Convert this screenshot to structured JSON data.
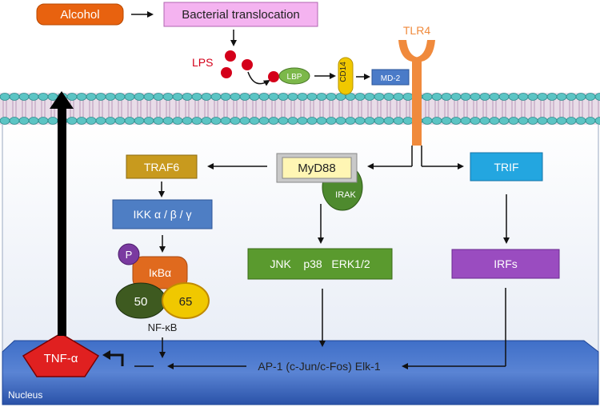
{
  "labels": {
    "alcohol": "Alcohol",
    "bacterial_translocation": "Bacterial translocation",
    "lps": "LPS",
    "lbp": "LBP",
    "cd14": "CD14",
    "md2": "MD-2",
    "tlr4": "TLR4",
    "myd88": "MyD88",
    "irak": "IRAK",
    "trif": "TRIF",
    "traf6": "TRAF6",
    "ikk": "IKK α / β / γ",
    "p": "P",
    "ikba": "IκBα",
    "p50": "50",
    "p65": "65",
    "nfkb": "NF-κB",
    "mapk": "JNK    p38   ERK1/2",
    "irfs": "IRFs",
    "ap1": "AP-1 (c-Jun/c-Fos) Elk-1",
    "tnfa": "TNF-α",
    "nucleus": "Nucleus"
  },
  "colors": {
    "alcohol": "#e8620f",
    "bacterial": "#f4b3f0",
    "lps": "#d4001a",
    "tlr4": "#f08a3c",
    "lbp": "#7cb84a",
    "cd14": "#f0c800",
    "md2": "#4a7bc8",
    "traf6": "#c89a1e",
    "ikk": "#4e7ec4",
    "ikba": "#e06a1e",
    "p": "#7a3aa0",
    "p50": "#3e5a20",
    "p65": "#f0c800",
    "mapk": "#5a9a2e",
    "trif": "#23a6e0",
    "irfs": "#9a4cc0",
    "tnfa": "#e02020",
    "nucleus": "#2a5ab0"
  }
}
